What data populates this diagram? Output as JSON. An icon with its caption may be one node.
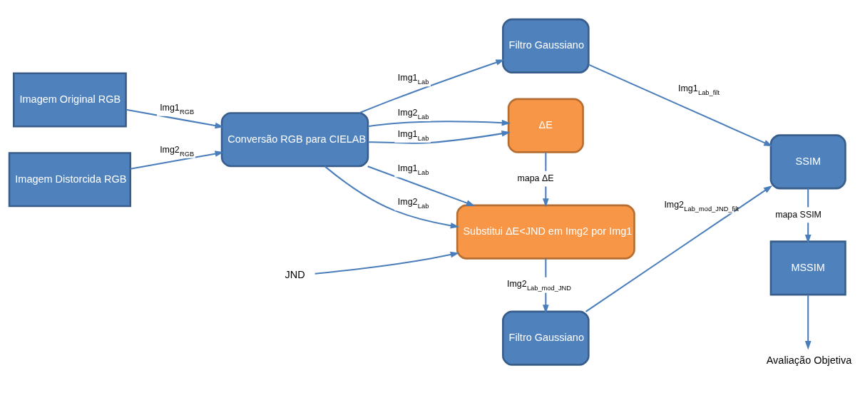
{
  "diagram": {
    "nodes": [
      {
        "text": [
          "Imagem Original RGB"
        ]
      },
      {
        "text": [
          "Imagem Distorcida RGB"
        ]
      },
      {
        "text": [
          "Conversão RGB para CIELAB"
        ]
      },
      {
        "text": [
          "Filtro Gaussiano"
        ]
      },
      {
        "text": [
          "Filtro Gaussiano"
        ]
      },
      {
        "text": [
          "SSIM"
        ]
      },
      {
        "text": [
          "Substitui ΔE<JND em Img2 por Img1"
        ]
      },
      {
        "text": [
          "ΔE"
        ]
      },
      {
        "text": [
          "MSSIM"
        ]
      },
      {
        "text": [
          "JND"
        ]
      },
      {
        "text": [
          "Avaliação Objetiva"
        ]
      }
    ],
    "edges": [
      {
        "from": 0,
        "to": 2,
        "arrow": "to",
        "label": "Img1$_{RGB}$"
      },
      {
        "from": 1,
        "to": 2,
        "arrow": "to",
        "label": "Img2$_{RGB}$"
      },
      {
        "from": 2,
        "to": 3,
        "arrow": "to",
        "label": "Img1$_{Lab}$"
      },
      {
        "from": 2,
        "to": 6,
        "arrow": "to",
        "label": "Img1$_{Lab}$"
      },
      {
        "from": 2,
        "to": 7,
        "arrow": "to",
        "label": "Img1$_{Lab}$"
      },
      {
        "from": 2,
        "to": 6,
        "arrow": "to",
        "label": "Img2$_{Lab}$"
      },
      {
        "from": 2,
        "to": 7,
        "arrow": "to",
        "label": "Img2$_{Lab}$"
      },
      {
        "from": 3,
        "to": 5,
        "arrow": "to",
        "label": "Img1$_{Lab_filt}$"
      },
      {
        "from": 4,
        "to": 5,
        "arrow": "to",
        "label": "Img2$_{Lab_mod_JND_filt}$"
      },
      {
        "from": 6,
        "to": 4,
        "arrow": "to",
        "label": "Img2$_{Lab_mod_JND}$"
      },
      {
        "from": 7,
        "to": 6,
        "arrow": "to",
        "label": "mapa ΔE"
      },
      {
        "from": 9,
        "to": 6,
        "arrow": "to"
      },
      {
        "from": 5,
        "to": 8,
        "arrow": "to",
        "label": "mapa SSIM"
      },
      {
        "from": 8,
        "to": 10,
        "arrow": "to"
      }
    ]
  }
}
